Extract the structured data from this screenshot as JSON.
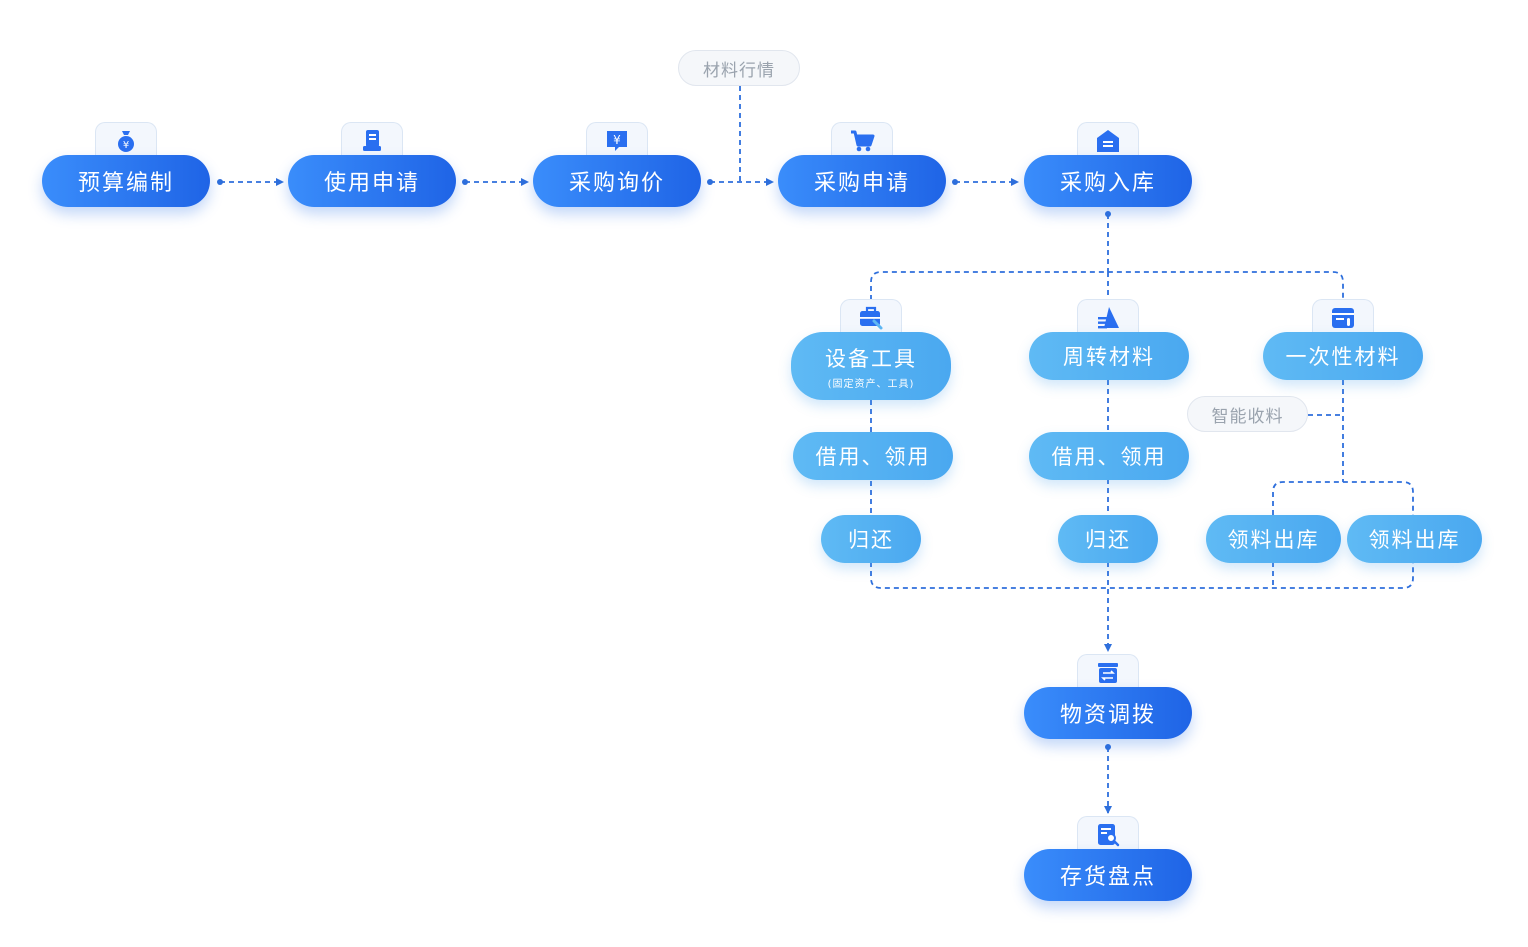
{
  "colors": {
    "primary_start": "#3a8dfb",
    "primary_end": "#1f64e6",
    "secondary": "#55b3f2",
    "connector": "#2e6fdc",
    "tag_text": "#9aa3ae"
  },
  "nodes": {
    "budget": {
      "label": "预算编制",
      "icon": "money-bag-icon"
    },
    "use_request": {
      "label": "使用申请",
      "icon": "document-list-icon"
    },
    "inquiry": {
      "label": "采购询价",
      "icon": "price-tag-icon"
    },
    "purchase_request": {
      "label": "采购申请",
      "icon": "shopping-cart-icon"
    },
    "warehousing": {
      "label": "采购入库",
      "icon": "warehouse-icon"
    },
    "equipment": {
      "label": "设备工具",
      "note": "(固定资产、工具)",
      "icon": "toolbox-icon"
    },
    "turnover": {
      "label": "周转材料",
      "icon": "stacked-material-icon"
    },
    "consumable": {
      "label": "一次性材料",
      "icon": "material-card-icon"
    },
    "transfer": {
      "label": "物资调拨",
      "icon": "transfer-box-icon"
    },
    "inventory": {
      "label": "存货盘点",
      "icon": "inventory-search-icon"
    }
  },
  "sub_steps": {
    "equipment_borrow": "借用、领用",
    "equipment_return": "归还",
    "turnover_borrow": "借用、领用",
    "turnover_return": "归还",
    "issue_out_1": "领料出库",
    "issue_out_2": "领料出库"
  },
  "tags": {
    "market_price": "材料行情",
    "smart_receiving": "智能收料"
  }
}
